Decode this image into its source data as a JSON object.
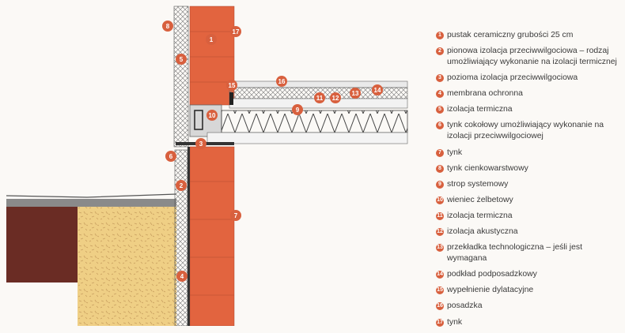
{
  "legend": [
    {
      "num": "1",
      "text": "pustak ceramiczny grubości 25 cm"
    },
    {
      "num": "2",
      "text": "pionowa izolacja przeciwwilgociowa – rodzaj umożliwiający wykonanie na izolacji termicznej"
    },
    {
      "num": "3",
      "text": "pozioma izolacja przeciwwilgociowa"
    },
    {
      "num": "4",
      "text": "membrana ochronna"
    },
    {
      "num": "5",
      "text": "izolacja termiczna"
    },
    {
      "num": "6",
      "text": "tynk cokołowy umożliwiający wykonanie na izolacji przeciwwilgociowej"
    },
    {
      "num": "7",
      "text": "tynk"
    },
    {
      "num": "8",
      "text": "tynk cienkowarstwowy"
    },
    {
      "num": "9",
      "text": "strop systemowy"
    },
    {
      "num": "10",
      "text": "wieniec żelbetowy"
    },
    {
      "num": "11",
      "text": "izolacja termiczna"
    },
    {
      "num": "12",
      "text": "izolacja akustyczna"
    },
    {
      "num": "13",
      "text": "przekładka technologiczna – jeśli jest wymagana"
    },
    {
      "num": "14",
      "text": "podkład podposadzkowy"
    },
    {
      "num": "15",
      "text": "wypełnienie dylatacyjne"
    },
    {
      "num": "16",
      "text": "posadzka"
    },
    {
      "num": "17",
      "text": "tynk"
    }
  ],
  "colors": {
    "brick": "#e2643f",
    "insulation": "#ececec",
    "soil": "#eecb7b",
    "dark_soil": "#6a2c24",
    "callout": "#d8603e"
  }
}
